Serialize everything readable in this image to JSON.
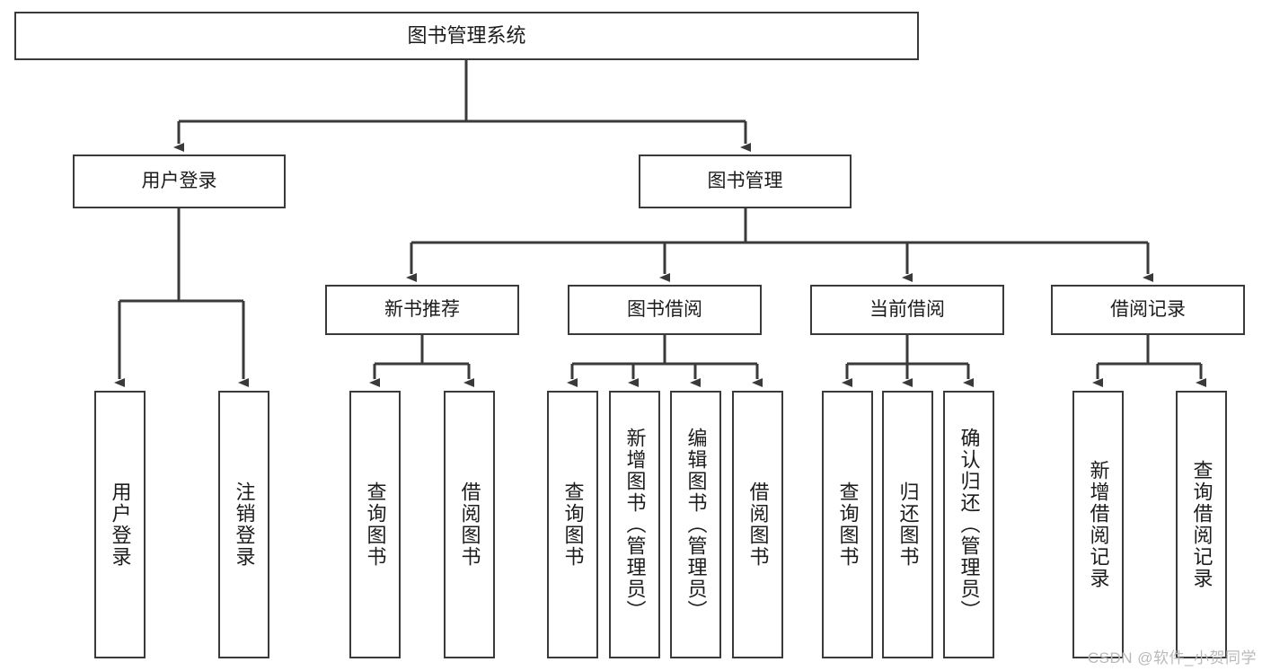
{
  "diagram": {
    "title": "图书管理系统",
    "root": {
      "label": "图书管理系统"
    },
    "level1": [
      {
        "label": "用户登录"
      },
      {
        "label": "图书管理"
      }
    ],
    "level2": [
      {
        "label": "新书推荐"
      },
      {
        "label": "图书借阅"
      },
      {
        "label": "当前借阅"
      },
      {
        "label": "借阅记录"
      }
    ],
    "leaves": {
      "user_login": [
        {
          "label": "用户登录"
        },
        {
          "label": "注销登录"
        }
      ],
      "new_book_recommend": [
        {
          "label": "查询图书"
        },
        {
          "label": "借阅图书"
        }
      ],
      "book_borrow": [
        {
          "label": "查询图书"
        },
        {
          "label": "新增图书（管理员）"
        },
        {
          "label": "编辑图书（管理员）"
        },
        {
          "label": "借阅图书"
        }
      ],
      "current_borrow": [
        {
          "label": "查询图书"
        },
        {
          "label": "归还图书"
        },
        {
          "label": "确认归还（管理员）"
        }
      ],
      "borrow_record": [
        {
          "label": "新增借阅记录"
        },
        {
          "label": "查询借阅记录"
        }
      ]
    }
  },
  "watermark": {
    "text": "CSDN @软件_小贺同学"
  },
  "colors": {
    "border": "#3a3a3a",
    "background": "#ffffff",
    "text": "#1c1c1c",
    "watermark": "#b9b9b9"
  }
}
